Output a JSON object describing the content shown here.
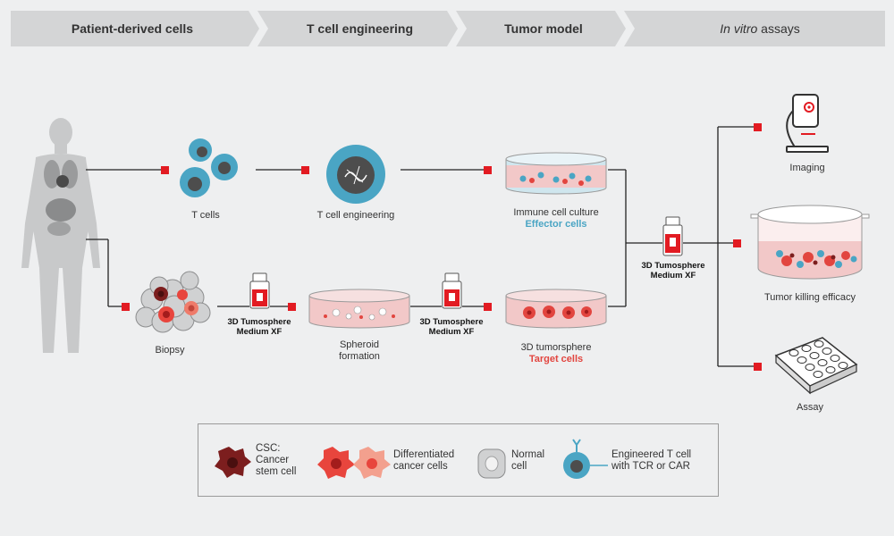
{
  "stages": [
    {
      "label": "Patient-derived cells"
    },
    {
      "label": "T cell engineering"
    },
    {
      "label": "Tumor model"
    },
    {
      "label_italic": "In vitro",
      "label_rest": " assays"
    }
  ],
  "top_row": {
    "t_cells": "T cells",
    "t_cell_engineering": "T cell engineering",
    "immune_culture": "Immune cell culture",
    "effector": "Effector cells"
  },
  "bottom_row": {
    "biopsy": "Biopsy",
    "medium_1_line1": "3D Tumosphere",
    "medium_1_line2": "Medium XF",
    "spheroid_line1": "Spheroid",
    "spheroid_line2": "formation",
    "medium_2_line1": "3D Tumosphere",
    "medium_2_line2": "Medium XF",
    "tumorsphere": "3D tumorsphere",
    "target": "Target cells"
  },
  "merge": {
    "medium_line1": "3D Tumosphere",
    "medium_line2": "Medium XF"
  },
  "assays": {
    "imaging": "Imaging",
    "tumor_killing": "Tumor killing efficacy",
    "assay": "Assay"
  },
  "legend": {
    "csc_line1": "CSC:",
    "csc_line2": "Cancer",
    "csc_line3": "stem cell",
    "diff_line1": "Differentiated",
    "diff_line2": "cancer cells",
    "normal_line1": "Normal",
    "normal_line2": "cell",
    "tcell_line1": "Engineered T cell",
    "tcell_line2": "with TCR or CAR"
  },
  "colors": {
    "accent_red": "#e21b22",
    "effector_blue": "#4aa5c4",
    "target_red": "#e2453f",
    "stage_gray": "#d4d5d6"
  }
}
